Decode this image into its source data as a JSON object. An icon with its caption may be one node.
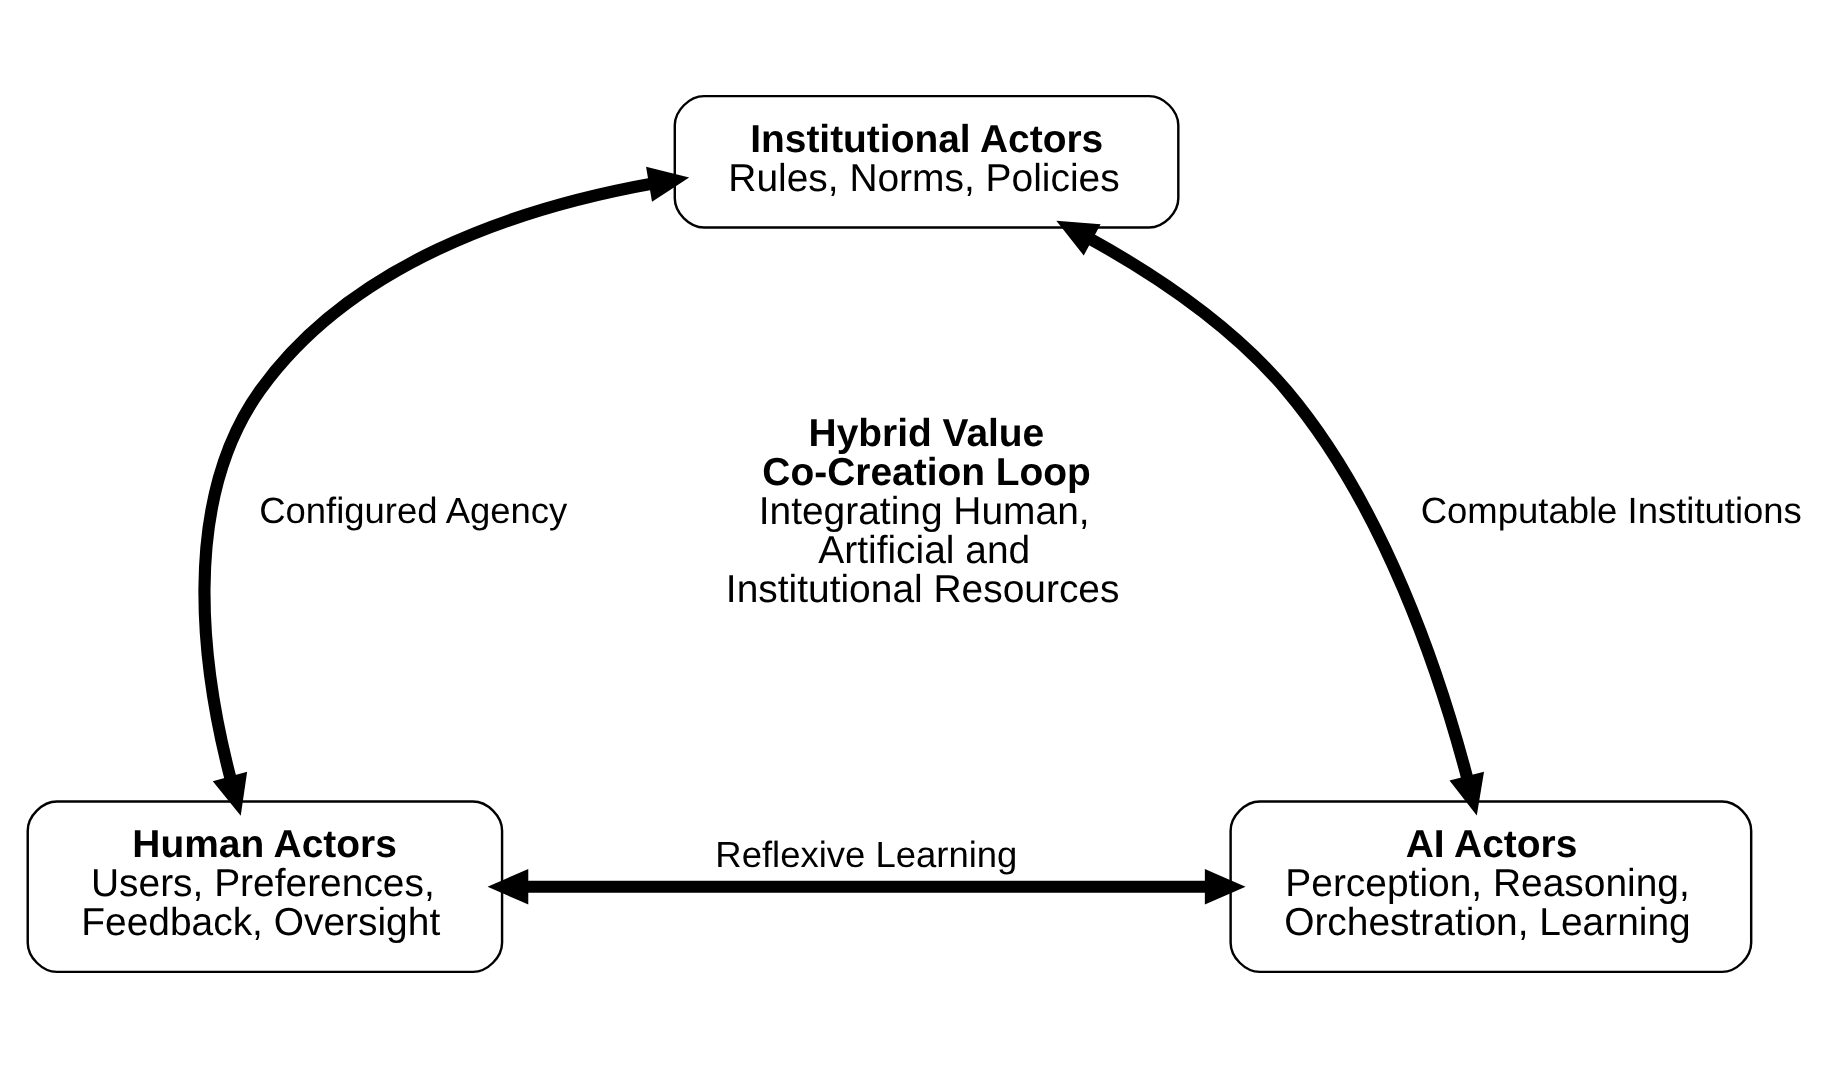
{
  "diagram": {
    "nodes": [
      {
        "text": [
          "Institutional Actors",
          "Rules, Norms, Policies"
        ]
      },
      {
        "text": [
          "Human Actors",
          "Users, Preferences, Feedback, Oversight"
        ]
      },
      {
        "text": [
          "AI Actors",
          "Perception, Reasoning, Orchestration, Learning"
        ]
      }
    ],
    "edges": [
      {
        "from": 0,
        "to": 1,
        "arrow": "both",
        "label": "Configured Agency"
      },
      {
        "from": 0,
        "to": 2,
        "arrow": "both",
        "label": "Computable Institutions"
      },
      {
        "from": 1,
        "to": 2,
        "arrow": "both",
        "label": "Reflexive Learning"
      }
    ],
    "labels": [
      "Hybrid Value Co-Creation Loop",
      "Integrating Human, Artificial and Institutional Resources"
    ]
  }
}
